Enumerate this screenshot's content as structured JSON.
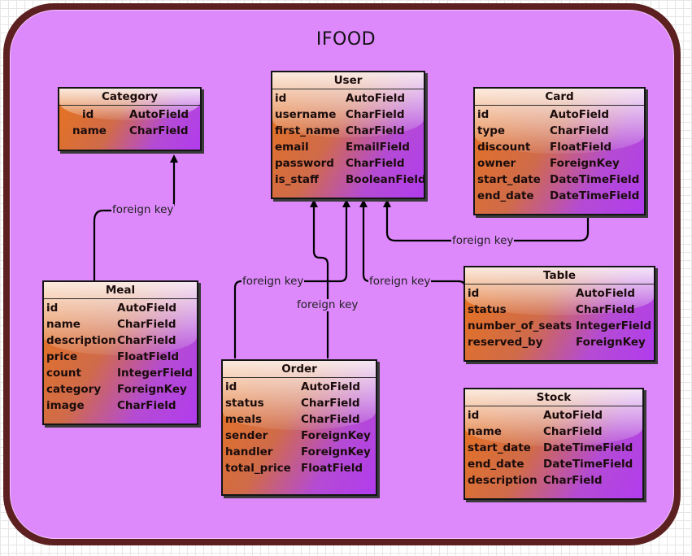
{
  "title": "IFOOD",
  "relationship_label": "foreign key",
  "entities": {
    "category": {
      "name": "Category",
      "fields": [
        {
          "name": "id",
          "type": "AutoField"
        },
        {
          "name": "name",
          "type": "CharField"
        }
      ]
    },
    "user": {
      "name": "User",
      "fields": [
        {
          "name": "id",
          "type": "AutoField"
        },
        {
          "name": "username",
          "type": "CharField"
        },
        {
          "name": "first_name",
          "type": "CharField"
        },
        {
          "name": "email",
          "type": "EmailField"
        },
        {
          "name": "password",
          "type": "CharField"
        },
        {
          "name": "is_staff",
          "type": "BooleanField"
        }
      ]
    },
    "card": {
      "name": "Card",
      "fields": [
        {
          "name": "id",
          "type": "AutoField"
        },
        {
          "name": "type",
          "type": "CharField"
        },
        {
          "name": "discount",
          "type": "FloatField"
        },
        {
          "name": "owner",
          "type": "ForeignKey"
        },
        {
          "name": "start_date",
          "type": "DateTimeField"
        },
        {
          "name": "end_date",
          "type": "DateTimeField"
        }
      ]
    },
    "meal": {
      "name": "Meal",
      "fields": [
        {
          "name": "id",
          "type": "AutoField"
        },
        {
          "name": "name",
          "type": "CharField"
        },
        {
          "name": "description",
          "type": "CharField"
        },
        {
          "name": "price",
          "type": "FloatField"
        },
        {
          "name": "count",
          "type": "IntegerField"
        },
        {
          "name": "category",
          "type": "ForeignKey"
        },
        {
          "name": "image",
          "type": "CharField"
        }
      ]
    },
    "table": {
      "name": "Table",
      "fields": [
        {
          "name": "id",
          "type": "AutoField"
        },
        {
          "name": "status",
          "type": "CharField"
        },
        {
          "name": "number_of_seats",
          "type": "IntegerField"
        },
        {
          "name": "reserved_by",
          "type": "ForeignKey"
        }
      ]
    },
    "order": {
      "name": "Order",
      "fields": [
        {
          "name": "id",
          "type": "AutoField"
        },
        {
          "name": "status",
          "type": "CharField"
        },
        {
          "name": "meals",
          "type": "CharField"
        },
        {
          "name": "sender",
          "type": "ForeignKey"
        },
        {
          "name": "handler",
          "type": "ForeignKey"
        },
        {
          "name": "total_price",
          "type": "FloatField"
        }
      ]
    },
    "stock": {
      "name": "Stock",
      "fields": [
        {
          "name": "id",
          "type": "AutoField"
        },
        {
          "name": "name",
          "type": "CharField"
        },
        {
          "name": "start_date",
          "type": "DateTimeField"
        },
        {
          "name": "end_date",
          "type": "DateTimeField"
        },
        {
          "name": "description",
          "type": "CharField"
        }
      ]
    }
  }
}
